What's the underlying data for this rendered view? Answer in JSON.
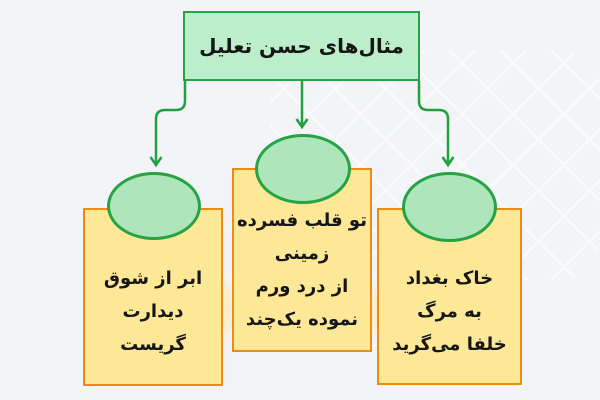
{
  "diagram": {
    "title": "مثال‌های حسن تعلیل",
    "branches": [
      {
        "name": "left-example",
        "lines": [
          "ابر از شوق",
          "دیدارت",
          "گریست"
        ]
      },
      {
        "name": "middle-example",
        "lines": [
          "تو قلب فسرده",
          "زمینی",
          "از درد ورم",
          "نموده یک‌چند"
        ]
      },
      {
        "name": "right-example",
        "lines": [
          "خاک بغداد",
          "به مرگ",
          "خلفا می‌گرید"
        ]
      }
    ],
    "colors": {
      "background": "#f3f4f7",
      "pattern_line": "#ffffff",
      "green_fill_title": "#bceecb",
      "green_fill_ellipse": "#afe5bb",
      "green_border": "#27a344",
      "arrow_green": "#22a03f",
      "yellow_fill": "#fde897",
      "orange_border": "#ee8b12",
      "text": "#161616",
      "watermark_yellow": "#fce9a0"
    }
  }
}
